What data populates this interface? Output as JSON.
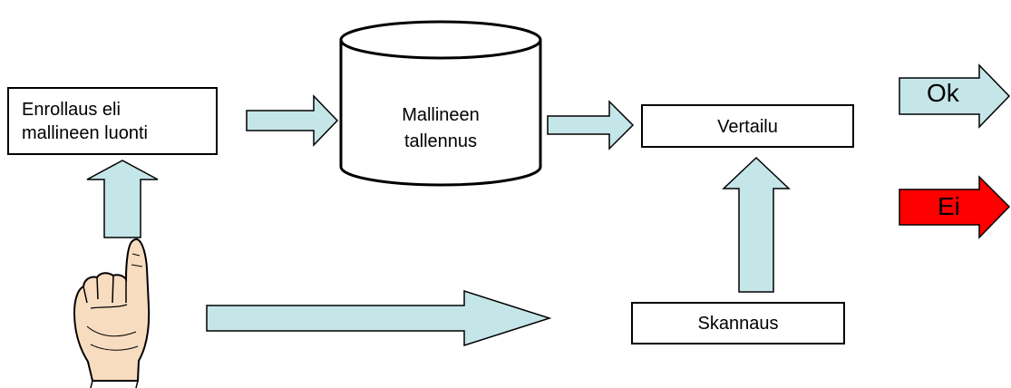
{
  "nodes": {
    "enroll": {
      "line1": "Enrollaus eli",
      "line2": "mallineen luonti"
    },
    "storage": {
      "line1": "Mallineen",
      "line2": "tallennus"
    },
    "compare": {
      "label": "Vertailu"
    },
    "scan": {
      "label": "Skannaus"
    }
  },
  "results": {
    "ok": {
      "label": "Ok",
      "color": "#c5e6e8"
    },
    "fail": {
      "label": "Ei",
      "color": "#ff0000"
    }
  },
  "colors": {
    "arrow_fill": "#c5e6e8",
    "stroke": "#000000",
    "skin": "#f7dcc0"
  },
  "icons": {
    "finger": "pointing-hand-icon"
  }
}
